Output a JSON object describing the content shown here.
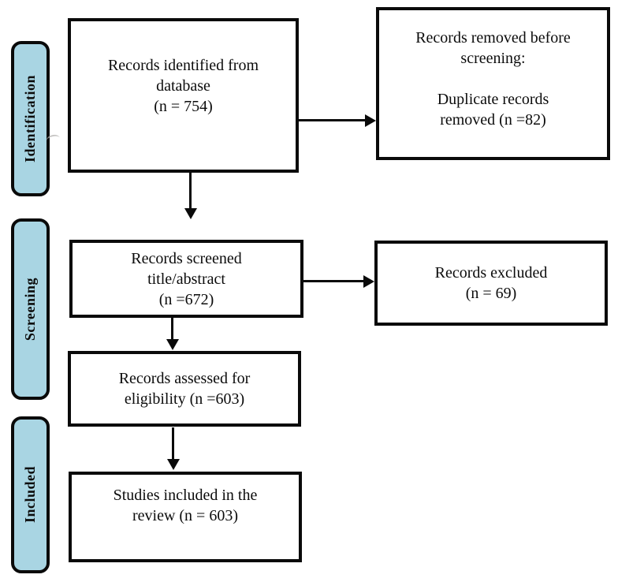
{
  "stages": [
    {
      "label": "Identification"
    },
    {
      "label": "Screening"
    },
    {
      "label": "Included"
    }
  ],
  "boxes": {
    "identified": {
      "text": "Records identified from\ndatabase\n(n = 754)"
    },
    "removed": {
      "text": "Records removed before\nscreening:\n\nDuplicate records\nremoved (n =82)"
    },
    "screened": {
      "text": "Records screened\ntitle/abstract\n(n =672)"
    },
    "excluded": {
      "text": "Records excluded\n(n = 69)"
    },
    "assessed": {
      "text": "Records assessed for\neligibility (n =603)"
    },
    "included": {
      "text": "Studies included in the\nreview (n = 603)"
    }
  },
  "colors": {
    "stage_fill": "#a9d5e3",
    "line": "#0a0a0a",
    "background": "#ffffff"
  }
}
